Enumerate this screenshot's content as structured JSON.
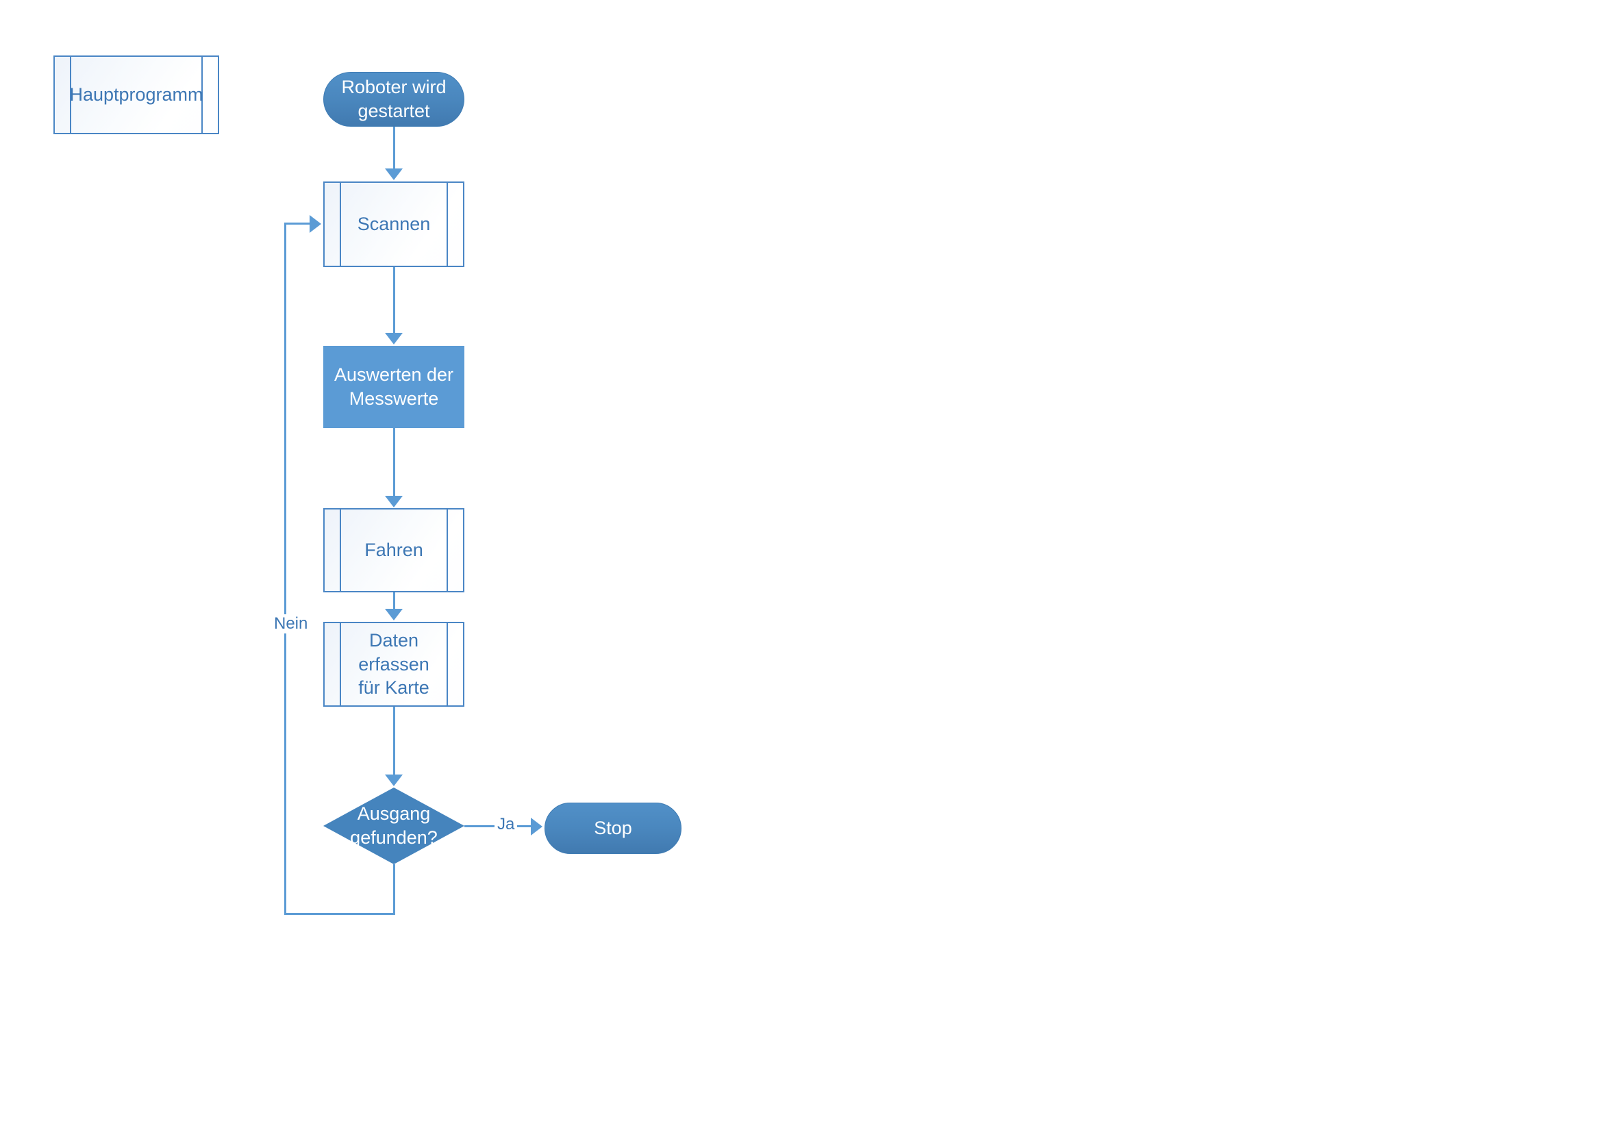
{
  "diagram": {
    "title_box": {
      "label": "Hauptprogramm"
    },
    "nodes": {
      "start": {
        "label": "Roboter wird\ngestartet",
        "type": "terminator"
      },
      "scan": {
        "label": "Scannen",
        "type": "predefined-process"
      },
      "evaluate": {
        "label": "Auswerten der\nMesswerte",
        "type": "process"
      },
      "drive": {
        "label": "Fahren",
        "type": "predefined-process"
      },
      "collect": {
        "label": "Daten erfassen\nfür Karte",
        "type": "predefined-process"
      },
      "decision": {
        "label": "Ausgang\ngefunden?",
        "type": "decision"
      },
      "stop": {
        "label": "Stop",
        "type": "terminator"
      }
    },
    "edge_labels": {
      "yes": "Ja",
      "no": "Nein"
    },
    "colors": {
      "accent_fill": "#5b9bd5",
      "terminator_fill": "#4a87be",
      "decision_fill": "#4584bd",
      "outline": "#4a86c5",
      "blue_text": "#3d77b4",
      "white_text": "#ffffff",
      "connector": "#5b9bd5",
      "background": "#ffffff"
    }
  }
}
